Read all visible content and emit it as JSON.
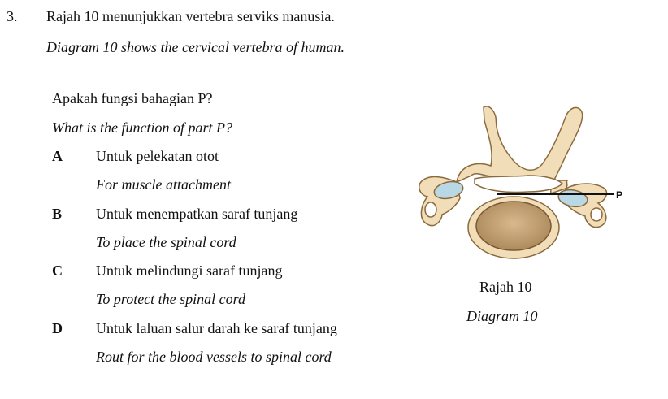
{
  "question": {
    "number": "3.",
    "stem_ms": "Rajah 10 menunjukkan vertebra serviks manusia.",
    "stem_en": "Diagram 10 shows the cervical vertebra of human.",
    "ask_ms": "Apakah fungsi bahagian P?",
    "ask_en": "What is the function of part P?"
  },
  "options": [
    {
      "letter": "A",
      "ms": "Untuk pelekatan otot",
      "en": "For muscle attachment"
    },
    {
      "letter": "B",
      "ms": "Untuk menempatkan saraf tunjang",
      "en": "To place the spinal cord"
    },
    {
      "letter": "C",
      "ms": "Untuk melindungi saraf tunjang",
      "en": "To protect the spinal cord"
    },
    {
      "letter": "D",
      "ms": "Untuk laluan salur darah ke saraf tunjang",
      "en": "Rout for the blood vessels to spinal cord"
    }
  ],
  "figure": {
    "label_p": "P",
    "caption_ms": "Rajah 10",
    "caption_en": "Diagram 10",
    "colors": {
      "bone": "#f1ddb8",
      "bone_outline": "#8a6a3c",
      "centrum": "#c9a77a",
      "cartilage": "#b8d8e6"
    }
  }
}
